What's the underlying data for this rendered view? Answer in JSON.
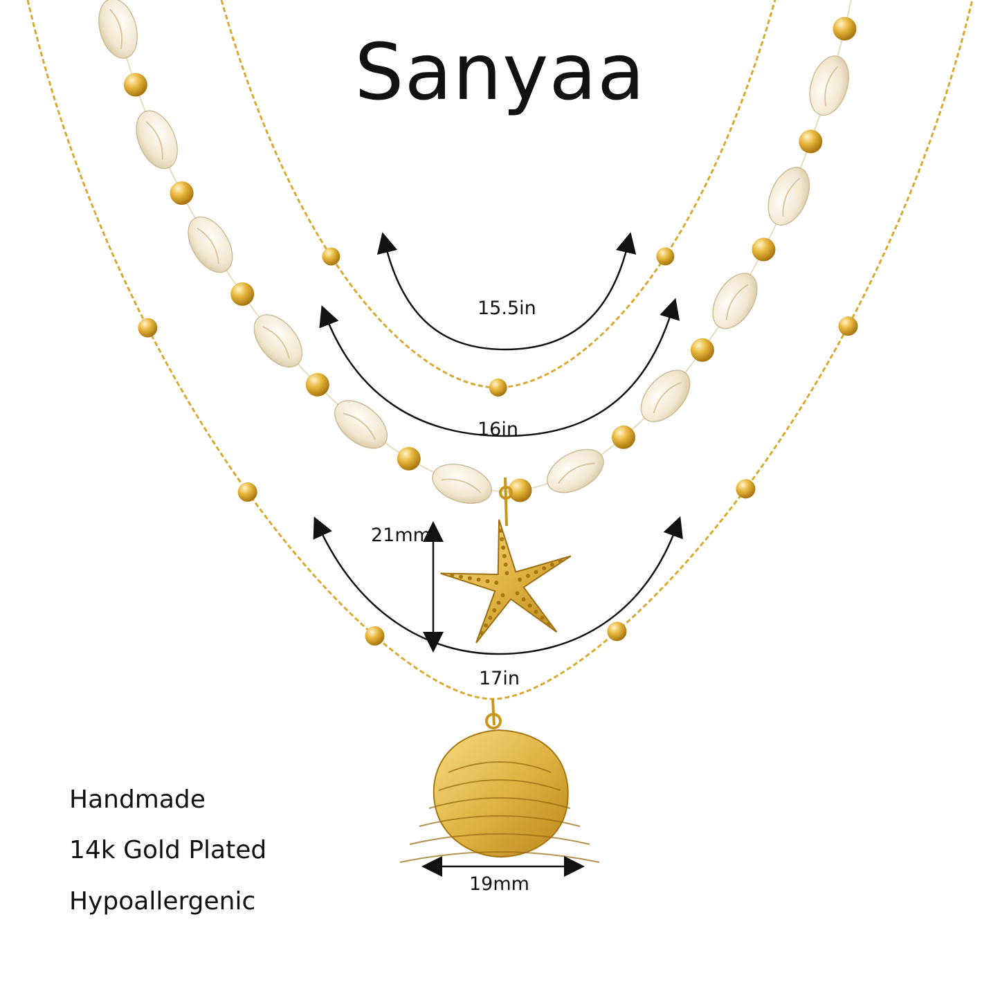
{
  "brand": "Sanyaa",
  "measurements": {
    "choker_length": "15.5in",
    "shell_strand_length": "16in",
    "pendant_chain_length": "17in",
    "starfish_height": "21mm",
    "scallop_width": "19mm"
  },
  "features": [
    "Handmade",
    "14k Gold Plated",
    "Hypoallergenic"
  ],
  "colors": {
    "gold": "#e2b53a",
    "gold_dark": "#b8861a",
    "shell": "#f3ead6",
    "text": "#111111"
  }
}
